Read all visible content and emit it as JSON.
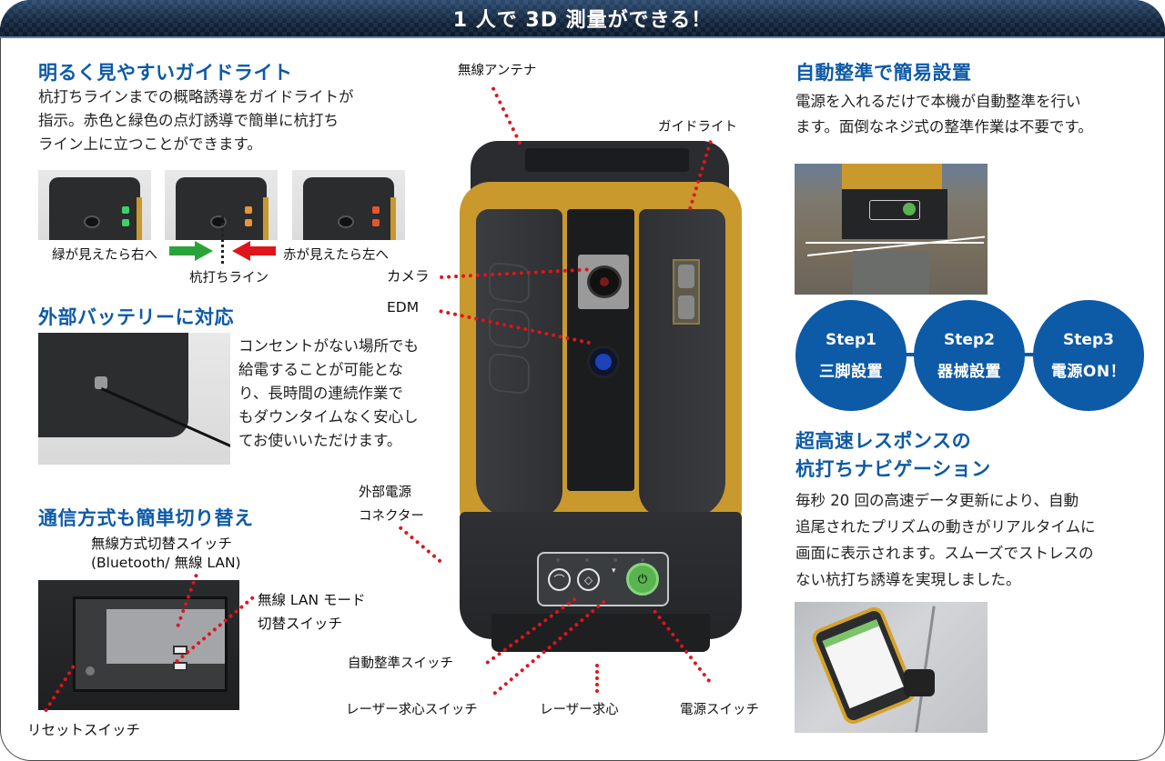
{
  "banner": {
    "title": "1 人で 3D 測量ができる！"
  },
  "left": {
    "guide_light": {
      "heading": "明るく見やすいガイドライト",
      "body": [
        "杭打ちラインまでの概略誘導をガイドライトが",
        "指示。赤色と緑色の点灯誘導で簡単に杭打ち",
        "ライン上に立つことができます。"
      ],
      "captions": {
        "green": "緑が見えたら右へ",
        "red": "赤が見えたら左へ",
        "line": "杭打ちライン"
      },
      "colors": {
        "green_arrow": "#2aa33a",
        "red_arrow": "#e0141b"
      }
    },
    "battery": {
      "heading": "外部バッテリーに対応",
      "body": [
        "コンセントがない場所でも",
        "給電することが可能とな",
        "り、長時間の連続作業で",
        "もダウンタイムなく安心し",
        "てお使いいただけます。"
      ]
    },
    "comm": {
      "heading": "通信方式も簡単切り替え",
      "switch_label": [
        "無線方式切替スイッチ",
        "(Bluetooth/ 無線 LAN)"
      ],
      "lan_mode_label": [
        "無線 LAN モード",
        "切替スイッチ"
      ],
      "reset_label": "リセットスイッチ"
    }
  },
  "device": {
    "labels": {
      "antenna": "無線アンテナ",
      "guide_light": "ガイドライト",
      "camera": "カメラ",
      "edm": "EDM",
      "ext_power": [
        "外部電源",
        "コネクター"
      ],
      "auto_level_switch": "自動整準スイッチ",
      "laser_plummet_switch": "レーザー求心スイッチ",
      "laser_plummet": "レーザー求心",
      "power_switch": "電源スイッチ"
    },
    "colors": {
      "body_yellow": "#c9992e",
      "body_dark": "#2e3033",
      "power_green": "#59b44f",
      "callout_red": "#e0141b"
    }
  },
  "right": {
    "auto_level": {
      "heading": "自動整準で簡易設置",
      "body": [
        "電源を入れるだけで本機が自動整準を行い",
        "ます。面倒なネジ式の整準作業は不要です。"
      ]
    },
    "steps": [
      {
        "title": "Step1",
        "label": "三脚設置"
      },
      {
        "title": "Step2",
        "label": "器械設置"
      },
      {
        "title": "Step3",
        "label": "電源ON！"
      }
    ],
    "navigation": {
      "heading": [
        "超高速レスポンスの",
        "杭打ちナビゲーション"
      ],
      "body": [
        "毎秒 20 回の高速データ更新により、自動",
        "追尾されたプリズムの動きがリアルタイムに",
        "画面に表示されます。スムーズでストレスの",
        "ない杭打ち誘導を実現しました。"
      ]
    },
    "colors": {
      "heading_blue": "#0d5aa7"
    }
  }
}
